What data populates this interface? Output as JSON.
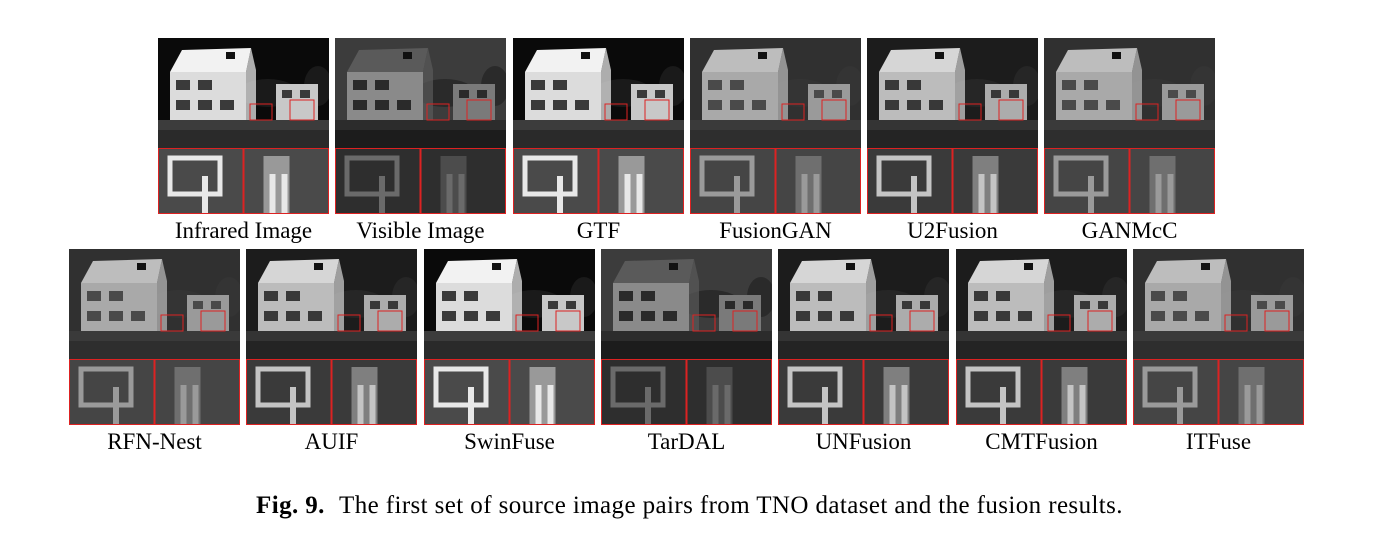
{
  "rows": [
    {
      "panels": [
        {
          "label": "Infrared Image",
          "tone": "ir"
        },
        {
          "label": "Visible Image",
          "tone": "vis"
        },
        {
          "label": "GTF",
          "tone": "ir"
        },
        {
          "label": "FusionGAN",
          "tone": "soft"
        },
        {
          "label": "U2Fusion",
          "tone": "mid"
        },
        {
          "label": "GANMcC",
          "tone": "soft"
        }
      ]
    },
    {
      "panels": [
        {
          "label": "RFN-Nest",
          "tone": "soft"
        },
        {
          "label": "AUIF",
          "tone": "mid"
        },
        {
          "label": "SwinFuse",
          "tone": "ir"
        },
        {
          "label": "TarDAL",
          "tone": "vis"
        },
        {
          "label": "UNFusion",
          "tone": "mid"
        },
        {
          "label": "CMTFusion",
          "tone": "mid"
        },
        {
          "label": "ITFuse",
          "tone": "soft"
        }
      ]
    }
  ],
  "caption": {
    "fig": "Fig. 9.",
    "text": "The first set of source image pairs from TNO dataset and the fusion results."
  }
}
